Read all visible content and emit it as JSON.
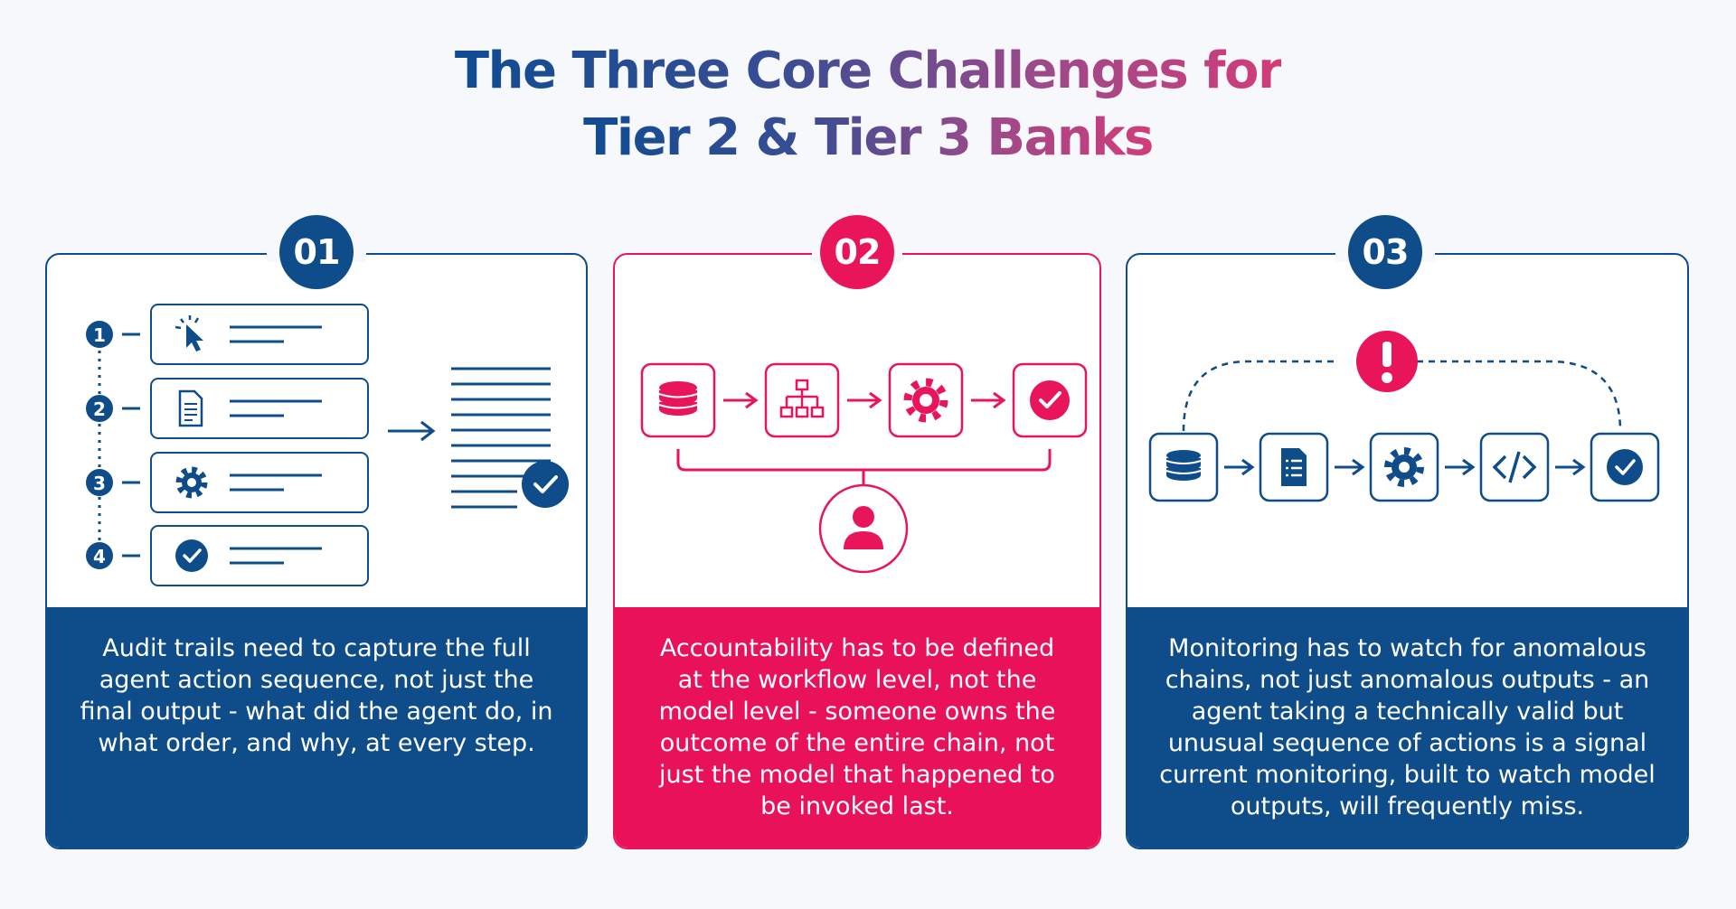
{
  "title": {
    "line1": "The Three Core Challenges for",
    "line2": "Tier 2 & Tier 3 Banks"
  },
  "colors": {
    "navy": "#0f4c8a",
    "pink": "#e8155a",
    "title_start": "#0f4c92",
    "title_end": "#d23c7a"
  },
  "cards": [
    {
      "number": "01",
      "theme": "navy",
      "steps": [
        "1",
        "2",
        "3",
        "4"
      ],
      "step_icons": [
        "cursor-click-icon",
        "document-icon",
        "gear-icon",
        "check-circle-icon"
      ],
      "result_icon": "check-circle-icon",
      "text": "Audit trails need to capture the full agent action sequence, not just the final output - what did the agent do, in what order, and why, at every step."
    },
    {
      "number": "02",
      "theme": "pink",
      "chain_icons": [
        "database-icon",
        "hierarchy-icon",
        "gear-icon",
        "check-circle-icon"
      ],
      "owner_icon": "person-icon",
      "text": "Accountability has to be defined at the workflow level, not the model level - someone owns the outcome of the entire chain, not just the model that happened to be invoked last."
    },
    {
      "number": "03",
      "theme": "navy",
      "chain_icons": [
        "database-icon",
        "document-list-icon",
        "gear-icon",
        "code-icon",
        "check-circle-icon"
      ],
      "alert_icon": "exclamation-alert-icon",
      "text": "Monitoring has to watch for anomalous chains, not just anomalous outputs - an agent taking a technically valid but unusual sequence of actions is a signal current monitoring, built to watch model outputs, will frequently miss."
    }
  ]
}
